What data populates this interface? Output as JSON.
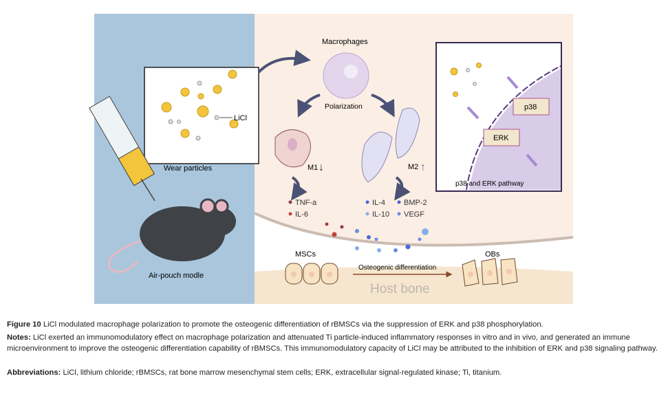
{
  "figure": {
    "labels": {
      "macrophages": "Macrophages",
      "polarization": "Polarization",
      "licl": "LiCl",
      "wear_particles": "Wear particles",
      "m1": "M1",
      "m2": "M2",
      "air_pouch": "Air-pouch modle",
      "p38": "p38",
      "erk": "ERK",
      "pathway": "p38 and ERK pathway",
      "mscs": "MSCs",
      "obs": "OBs",
      "osteogenic": "Osteogenic differentiation",
      "host_bone": "Host bone"
    },
    "cytokines_m1": [
      "TNF-a",
      "IL-6"
    ],
    "cytokines_m2": [
      "IL-4",
      "IL-10",
      "BMP-2",
      "VEGF"
    ],
    "colors": {
      "left_panel": "#a9c6dc",
      "right_panel": "#fbeee4",
      "pathway_box": "#d9cce8",
      "arrow": "#4b5275"
    }
  },
  "caption": {
    "figure_label": "Figure 10",
    "title": "LiCl modulated macrophage polarization to promote the osteogenic differentiation of rBMSCs via the suppression of ERK and p38 phosphorylation.",
    "notes_label": "Notes:",
    "notes": "LiCl exerted an immunomodulatory effect on macrophage polarization and attenuated Ti particle-induced inflammatory responses in vitro and in vivo, and generated an immune microenvironment to improve the osteogenic differentiation capability of rBMSCs. This immunomodulatory capacity of LiCl may be attributed to the inhibition of ERK and p38 signaling pathway.",
    "abbreviations_label": "Abbreviations:",
    "abbreviations": "LiCl, lithium chloride; rBMSCs, rat bone marrow mesenchymal stem cells; ERK, extracellular signal-regulated kinase; Ti, titanium."
  }
}
